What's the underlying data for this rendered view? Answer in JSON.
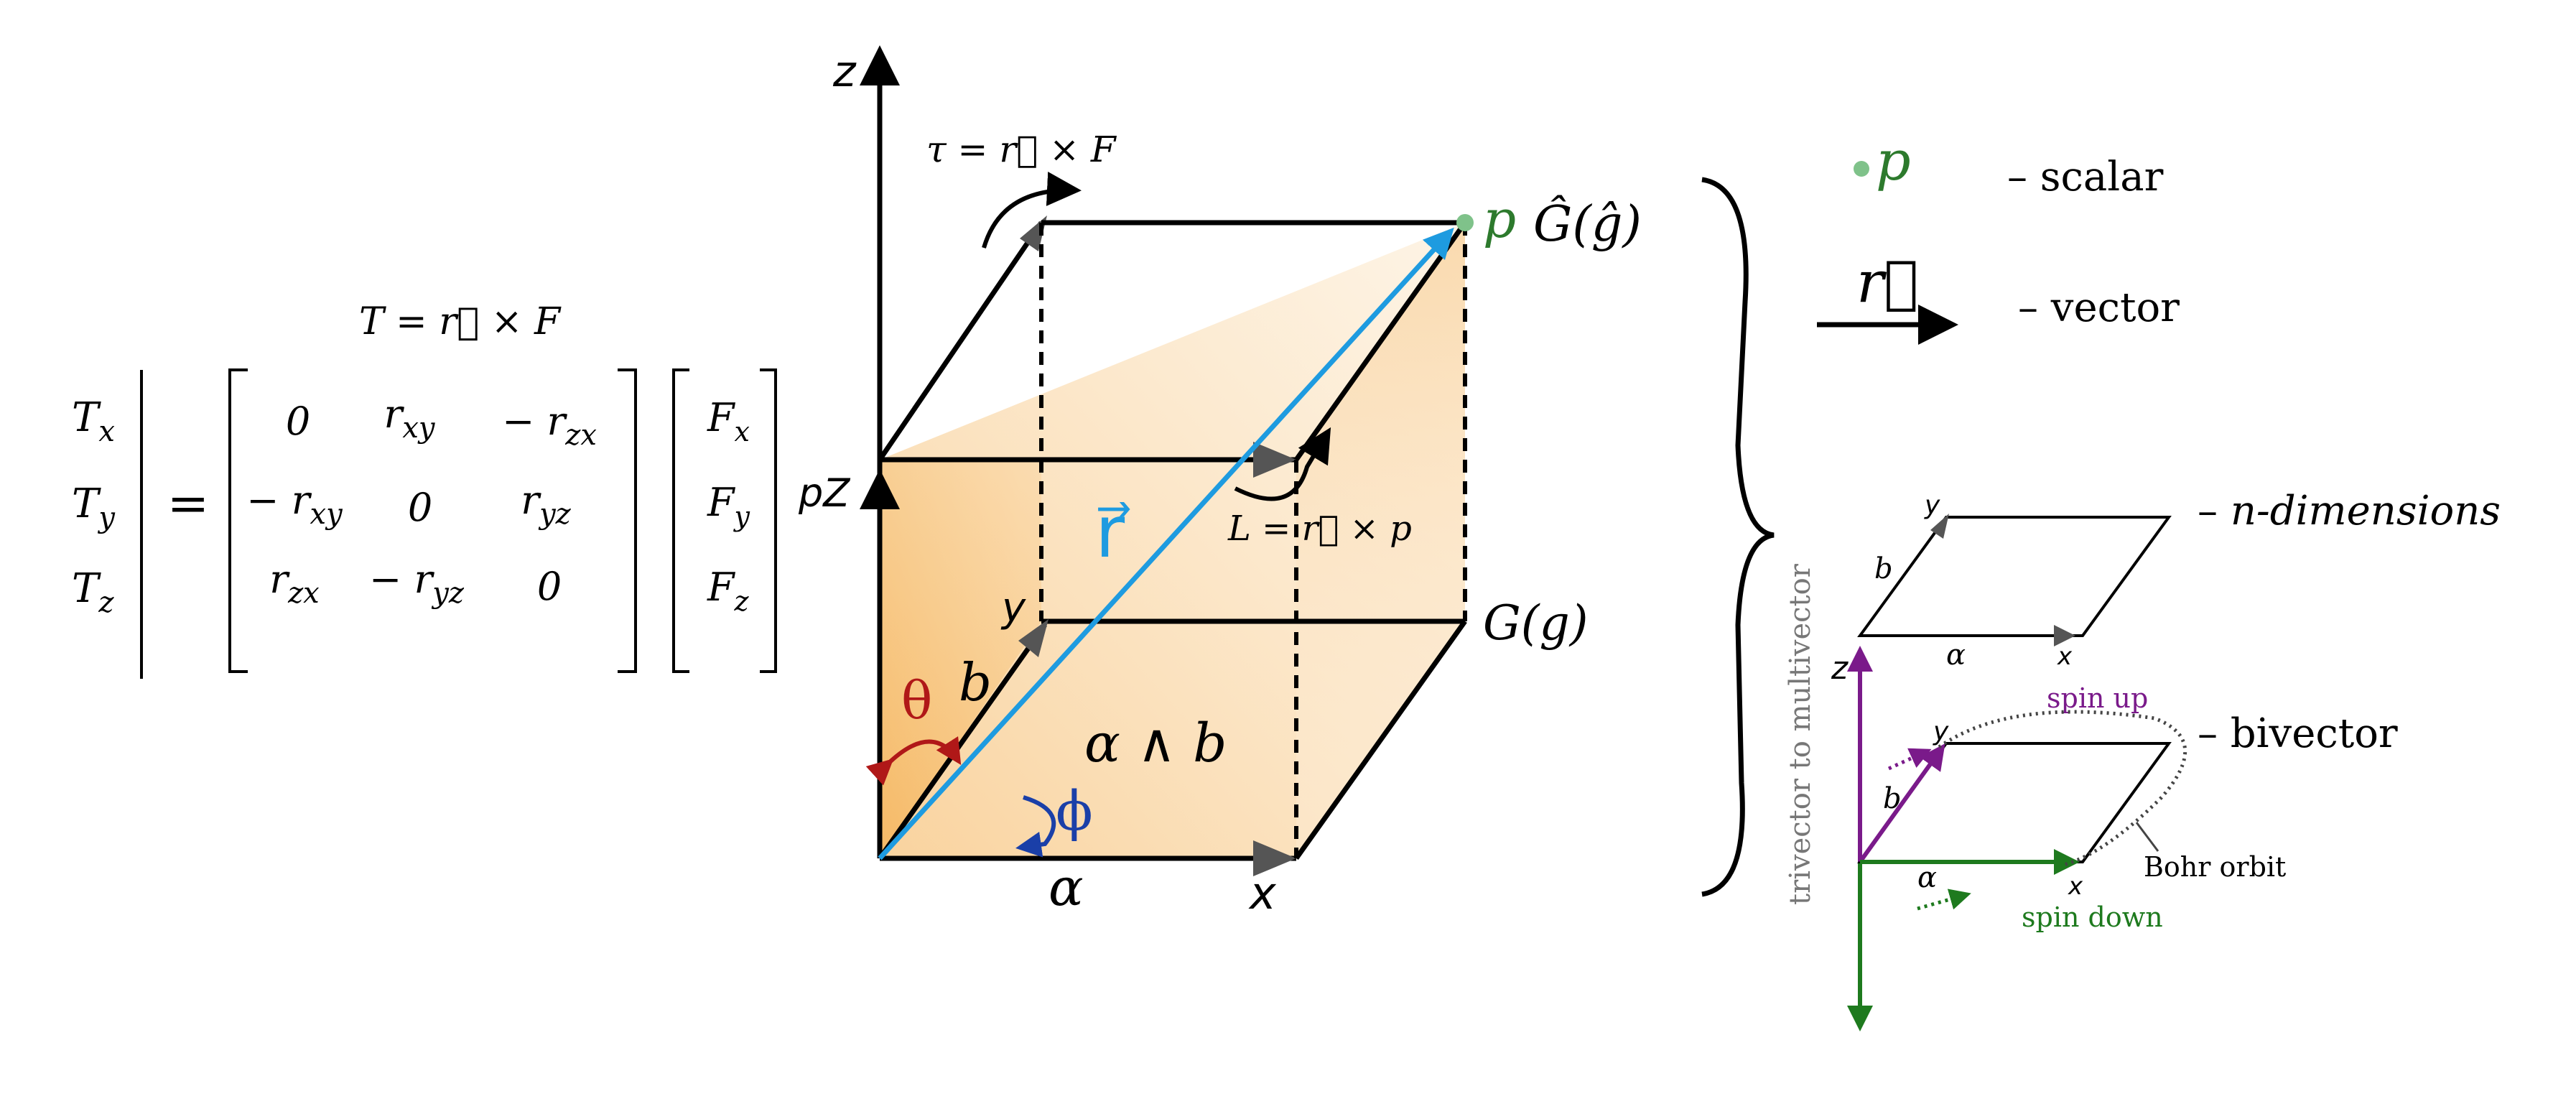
{
  "equation": {
    "title": "T = r⃗ × F",
    "lhs": [
      "T",
      "T",
      "T"
    ],
    "lhs_sub": [
      "x",
      "y",
      "z"
    ],
    "equals": "=",
    "matrix": [
      [
        "0",
        "r",
        "− r"
      ],
      [
        "− r",
        "0",
        "r"
      ],
      [
        "r",
        "− r",
        "0"
      ]
    ],
    "matrix_sub": [
      [
        "",
        "xy",
        "zx"
      ],
      [
        "xy",
        "",
        "yz"
      ],
      [
        "zx",
        "yz",
        ""
      ]
    ],
    "force": [
      "F",
      "F",
      "F"
    ],
    "force_sub": [
      "x",
      "y",
      "z"
    ]
  },
  "cube": {
    "axis_z": "z",
    "axis_x": "x",
    "axis_y": "y",
    "axis_pz": "pZ",
    "torque_label": "τ = r⃗ × F",
    "angular_momentum": "L = r⃗ × p",
    "vector_r": "r⃗",
    "point_p": "p",
    "G_hat": "Ĝ(ĝ)",
    "G": "G(g)",
    "theta": "θ",
    "phi": "ϕ",
    "b": "b",
    "alpha": "α",
    "wedge": "α ∧ b"
  },
  "legend": {
    "scalar_symbol": "p",
    "scalar_label": "– scalar",
    "vector_symbol": "r⃗",
    "vector_label": "– vector",
    "ndim_label": "n-dimensions",
    "ndim_prefix": "– ",
    "bivector_label": "– bivector",
    "vertical_label": "trivector to multivector",
    "plane_y": "y",
    "plane_b": "b",
    "plane_alpha": "α",
    "plane_x": "x",
    "biv_z": "z",
    "biv_y": "y",
    "biv_b": "b",
    "biv_alpha": "α",
    "biv_x": "x",
    "spin_up": "spin up",
    "spin_down": "spin down",
    "bohr_orbit": "Bohr orbit"
  },
  "colors": {
    "vector_blue": "#1e9be0",
    "scalar_green": "#2d7a2d",
    "theta_red": "#b01818",
    "phi_blue": "#1a3fa8",
    "spin_purple": "#7a1a8a",
    "spin_green": "#1e7a1e",
    "fill_orange": "#f7c98a"
  }
}
